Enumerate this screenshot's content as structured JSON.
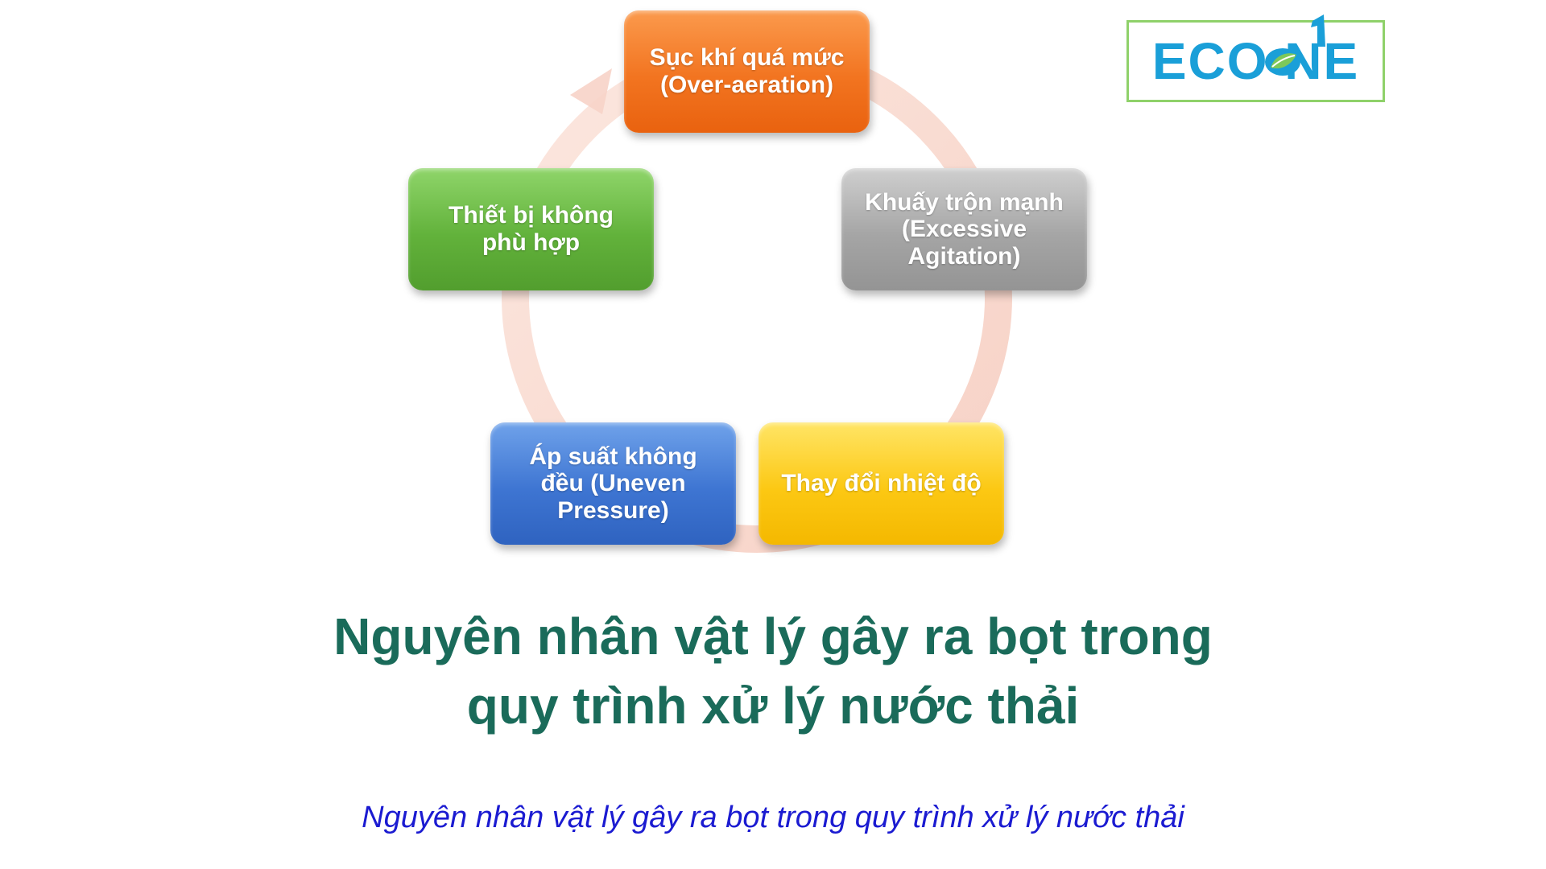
{
  "diagram": {
    "nodes": [
      {
        "label": "Sục khí quá mức\n(Over-aeration)",
        "color": "#f27420"
      },
      {
        "label": "Khuấy trộn mạnh\n(Excessive\nAgitation)",
        "color": "#a5a5a5"
      },
      {
        "label": "Thay đổi nhiệt độ",
        "color": "#fcc813"
      },
      {
        "label": "Áp suất không\nđều (Uneven\nPressure)",
        "color": "#3e75d2"
      },
      {
        "label": "Thiết bị không\nphù hợp",
        "color": "#62b23b"
      }
    ],
    "ring_color": "#f7d3c8"
  },
  "logo": {
    "text": "ECO  NE",
    "text_color": "#1a9fd8",
    "border_color": "#8fd16a"
  },
  "heading": {
    "line1": "Nguyên nhân vật lý gây ra bọt trong",
    "line2": "quy trình xử lý nước thải",
    "color": "#1a6b5a"
  },
  "caption": {
    "text": "Nguyên nhân vật lý gây ra bọt trong quy trình xử lý nước thải",
    "color": "#1b1bd1"
  }
}
